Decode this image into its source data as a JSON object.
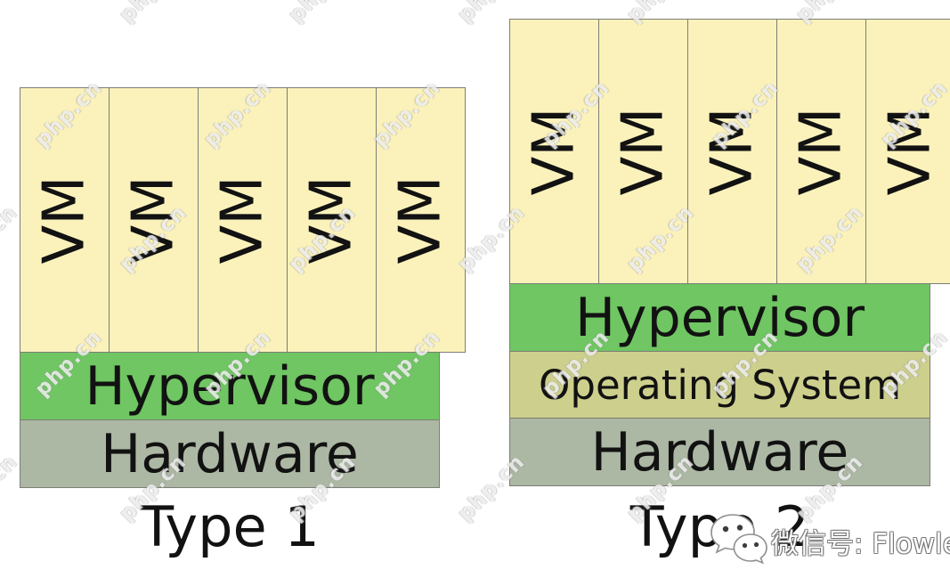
{
  "watermark": {
    "text": "php.cn"
  },
  "wechat_badge": {
    "icon": "wechat-icon",
    "label": "微信号: Flowlet"
  },
  "colors": {
    "vm_fill": "#FBF2BB",
    "hypervisor": "#6FC662",
    "operating_system": "#CDCF8C",
    "hardware": "#ACB8A4",
    "border": "#7D7D75",
    "text": "#121212"
  },
  "left_diagram": {
    "caption": "Type 1",
    "vm_label": "VM",
    "vm_count": 5,
    "layers": [
      {
        "label": "Hypervisor",
        "color": "#6FC662"
      },
      {
        "label": "Hardware",
        "color": "#ACB8A4"
      }
    ]
  },
  "right_diagram": {
    "caption": "Type 2",
    "vm_label": "VM",
    "vm_count": 5,
    "layers": [
      {
        "label": "Hypervisor",
        "color": "#6FC662"
      },
      {
        "label": "Operating System",
        "color": "#CDCF8C"
      },
      {
        "label": "Hardware",
        "color": "#ACB8A4"
      }
    ]
  }
}
